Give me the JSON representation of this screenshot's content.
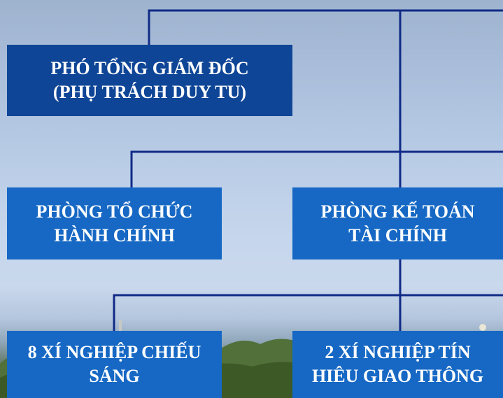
{
  "org_chart": {
    "nodes": [
      {
        "id": "deputy",
        "lines": [
          "PHÓ TỔNG GIÁM ĐỐC",
          "(PHỤ TRÁCH DUY TU)"
        ]
      },
      {
        "id": "hr",
        "lines": [
          "PHÒNG TỔ CHỨC",
          "HÀNH CHÍNH"
        ]
      },
      {
        "id": "finance",
        "lines": [
          "PHÒNG KẾ TOÁN",
          "TÀI CHÍNH"
        ]
      },
      {
        "id": "lighting",
        "lines": [
          "8 XÍ NGHIỆP CHIẾU",
          "SÁNG"
        ]
      },
      {
        "id": "traffic",
        "lines": [
          "2 XÍ NGHIỆP TÍN",
          "HIÊU GIAO THÔNG"
        ]
      }
    ],
    "colors": {
      "box_dark": "#0e4596",
      "box_mid": "#1668c4",
      "connector": "#102a86",
      "text": "#ffffff"
    }
  }
}
